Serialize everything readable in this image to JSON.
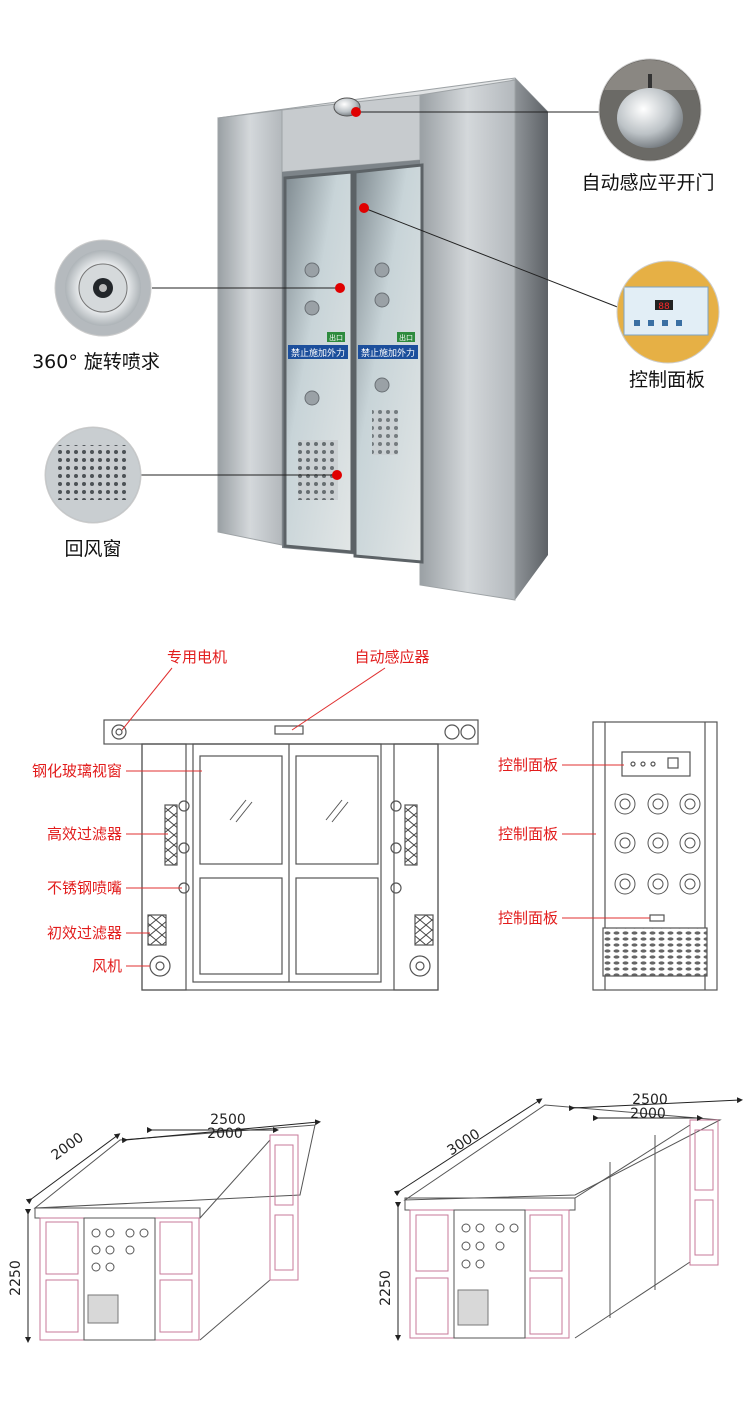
{
  "photo_section": {
    "callouts": {
      "auto_door": "自动感应平开门",
      "nozzle": "360° 旋转喷求",
      "control_panel": "控制面板",
      "return_window": "回风窗"
    },
    "door_sign": "禁止施加外力",
    "door_tag": "出口",
    "panel_display": "88"
  },
  "schematic_section": {
    "front_labels": {
      "motor": "专用电机",
      "sensor": "自动感应器",
      "glass_window": "钢化玻璃视窗",
      "hepa_filter": "高效过滤器",
      "nozzle": "不锈钢喷嘴",
      "pre_filter": "初效过滤器",
      "fan": "风机"
    },
    "side_labels": {
      "panel_top": "控制面板",
      "panel_mid": "控制面板",
      "panel_bottom": "控制面板"
    }
  },
  "dimension_section": {
    "left": {
      "width_outer": "2500",
      "width_inner": "2000",
      "depth": "2000",
      "height": "2250"
    },
    "right": {
      "width_outer": "2500",
      "width_inner": "2000",
      "depth": "3000",
      "height": "2250"
    }
  },
  "colors": {
    "callout_dot": "#e00000",
    "label_red": "#e21c1c",
    "line_red": "#e03030",
    "sketch_pink": "#c77a9a"
  }
}
